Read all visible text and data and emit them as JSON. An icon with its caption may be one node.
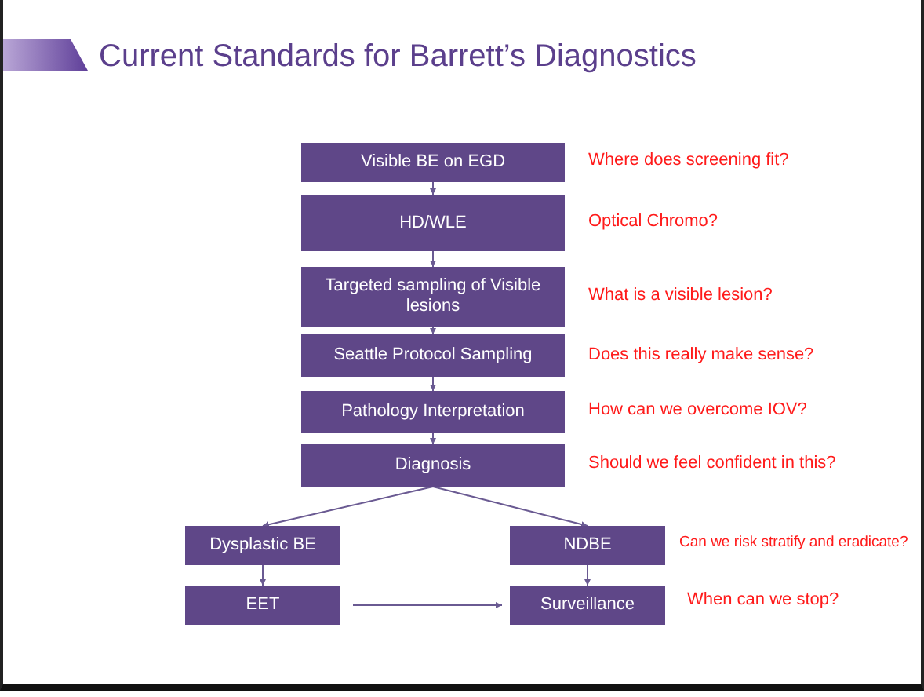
{
  "diagram": {
    "title": "Current Standards for Barrett’s Diagnostics",
    "nodes": [
      {
        "text": [
          "Visible BE on EGD"
        ],
        "beside": [
          "Where does screening fit?"
        ]
      },
      {
        "text": [
          "HD/WLE"
        ],
        "beside": [
          "Optical Chromo?"
        ]
      },
      {
        "text": [
          "Targeted sampling of Visible lesions"
        ],
        "beside": [
          "What is a visible lesion?"
        ]
      },
      {
        "text": [
          "Seattle Protocol Sampling"
        ],
        "beside": [
          "Does this really make sense?"
        ]
      },
      {
        "text": [
          "Pathology Interpretation"
        ],
        "beside": [
          "How can we overcome IOV?"
        ]
      },
      {
        "text": [
          "Diagnosis"
        ],
        "beside": [
          "Should we feel confident in this?"
        ]
      },
      {
        "text": [
          "Dysplastic BE"
        ]
      },
      {
        "text": [
          "NDBE"
        ],
        "beside": [
          "Can we risk stratify and eradicate?"
        ]
      },
      {
        "text": [
          "EET"
        ]
      },
      {
        "text": [
          "Surveillance"
        ],
        "beside": [
          "When can we stop?"
        ]
      }
    ],
    "edges": [
      {
        "from": 0,
        "to": 1,
        "arrow": "to"
      },
      {
        "from": 1,
        "to": 2,
        "arrow": "to"
      },
      {
        "from": 2,
        "to": 3,
        "arrow": "to"
      },
      {
        "from": 3,
        "to": 4,
        "arrow": "to"
      },
      {
        "from": 4,
        "to": 5,
        "arrow": "to"
      },
      {
        "from": 5,
        "to": 6,
        "arrow": "to"
      },
      {
        "from": 5,
        "to": 7,
        "arrow": "to"
      },
      {
        "from": 6,
        "to": 8,
        "arrow": "to"
      },
      {
        "from": 7,
        "to": 9,
        "arrow": "to"
      },
      {
        "from": 8,
        "to": 9,
        "arrow": "to"
      }
    ]
  }
}
